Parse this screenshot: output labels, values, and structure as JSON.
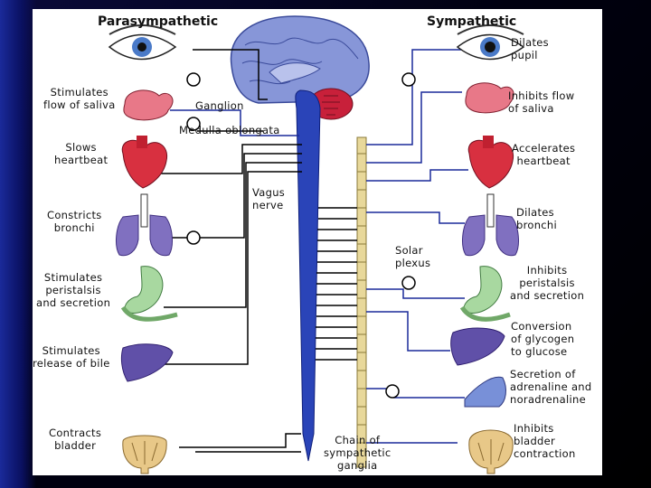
{
  "headers": {
    "left": "Parasympathetic",
    "right": "Sympathetic"
  },
  "center_labels": {
    "ganglion": "Ganglion",
    "medulla": "Medulla oblongata",
    "vagus": "Vagus\nnerve",
    "solar": "Solar\nplexus",
    "chain": "Chain of\nsympathetic\nganglia"
  },
  "parasympathetic": [
    {
      "organ": "eye",
      "effect": ""
    },
    {
      "organ": "salivary-gland",
      "effect": "Stimulates\nflow of saliva"
    },
    {
      "organ": "heart",
      "effect": "Slows\nheartbeat"
    },
    {
      "organ": "lungs",
      "effect": "Constricts\nbronchi"
    },
    {
      "organ": "stomach",
      "effect": "Stimulates\nperistalsis\nand secretion"
    },
    {
      "organ": "liver",
      "effect": "Stimulates\nrelease of bile"
    },
    {
      "organ": "bladder",
      "effect": "Contracts\nbladder"
    }
  ],
  "sympathetic": [
    {
      "organ": "eye",
      "effect": "Dilates\npupil"
    },
    {
      "organ": "salivary-gland",
      "effect": "Inhibits flow\nof saliva"
    },
    {
      "organ": "heart",
      "effect": "Accelerates\nheartbeat"
    },
    {
      "organ": "lungs",
      "effect": "Dilates\nbronchi"
    },
    {
      "organ": "stomach",
      "effect": "Inhibits\nperistalsis\nand secretion"
    },
    {
      "organ": "liver",
      "effect": "Conversion\nof glycogen\nto glucose"
    },
    {
      "organ": "adrenal",
      "effect": "Secretion of\nadrenaline and\nnoradrenaline"
    },
    {
      "organ": "bladder",
      "effect": "Inhibits\nbladder\ncontraction"
    }
  ],
  "colors": {
    "slide_bg": "#000010",
    "slide_accent": "#1a2a9a",
    "spinal_cord": "#2a44b8",
    "brain": "#8796d8",
    "cerebellum": "#c8203a",
    "parasympathetic_nerve": "#1a2a9a",
    "sympathetic_chain": "#e8d89a",
    "heart": "#d83040",
    "lungs": "#8070c0",
    "stomach": "#a8d8a0",
    "liver": "#6050a8",
    "bladder": "#e8c888"
  }
}
